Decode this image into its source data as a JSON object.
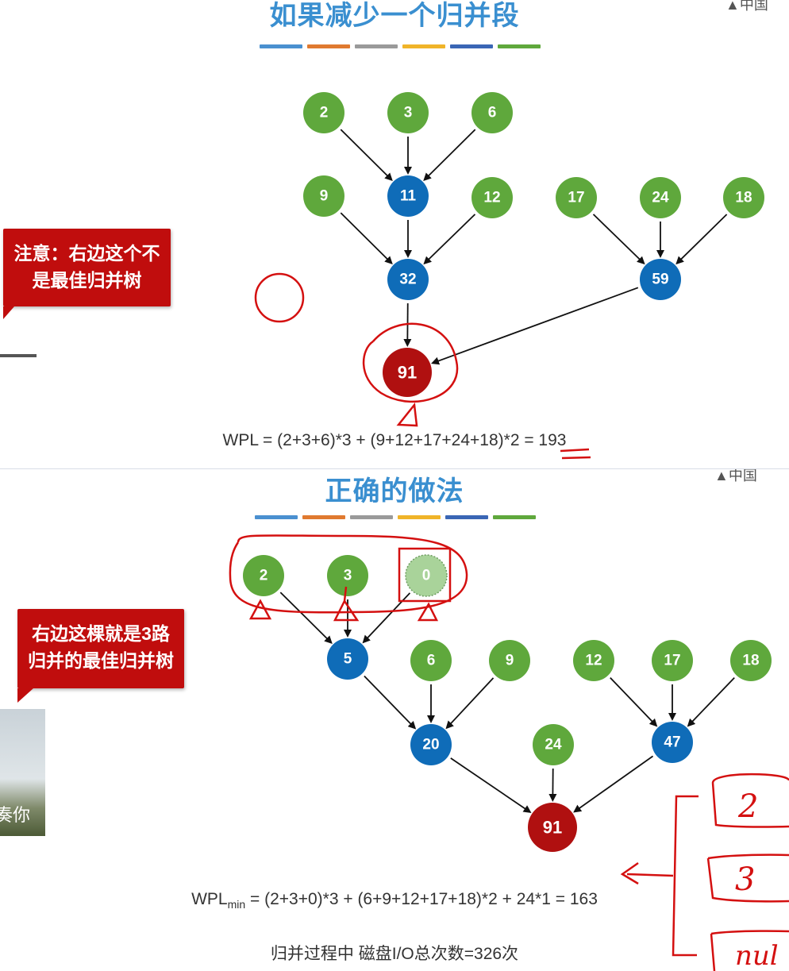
{
  "panel1": {
    "title": "如果减少一个归并段",
    "colors": [
      "#4a90d0",
      "#e07a30",
      "#9a9a9a",
      "#f0b429",
      "#3a66b5",
      "#5fa83c"
    ],
    "callout": {
      "line1": "注意：右边这个不",
      "line2": "是最佳归并树"
    },
    "nodes": [
      {
        "id": "a2",
        "label": "2",
        "kind": "leaf"
      },
      {
        "id": "a3",
        "label": "3",
        "kind": "leaf"
      },
      {
        "id": "a6",
        "label": "6",
        "kind": "leaf"
      },
      {
        "id": "a9",
        "label": "9",
        "kind": "leaf"
      },
      {
        "id": "a11",
        "label": "11",
        "kind": "inner"
      },
      {
        "id": "a12",
        "label": "12",
        "kind": "leaf"
      },
      {
        "id": "a17",
        "label": "17",
        "kind": "leaf"
      },
      {
        "id": "a24",
        "label": "24",
        "kind": "leaf"
      },
      {
        "id": "a18",
        "label": "18",
        "kind": "leaf"
      },
      {
        "id": "a32",
        "label": "32",
        "kind": "inner"
      },
      {
        "id": "a59",
        "label": "59",
        "kind": "inner"
      },
      {
        "id": "a91",
        "label": "91",
        "kind": "root"
      }
    ],
    "edges": [
      [
        "a2",
        "a11"
      ],
      [
        "a3",
        "a11"
      ],
      [
        "a6",
        "a11"
      ],
      [
        "a9",
        "a32"
      ],
      [
        "a11",
        "a32"
      ],
      [
        "a12",
        "a32"
      ],
      [
        "a17",
        "a59"
      ],
      [
        "a24",
        "a59"
      ],
      [
        "a18",
        "a59"
      ],
      [
        "a32",
        "a91"
      ],
      [
        "a59",
        "a91"
      ]
    ],
    "formula": "WPL = (2+3+6)*3 + (9+12+17+24+18)*2 = 193"
  },
  "panel2": {
    "title": "正确的做法",
    "colors": [
      "#4a90d0",
      "#e07a30",
      "#9a9a9a",
      "#f0b429",
      "#3a66b5",
      "#5fa83c"
    ],
    "callout": {
      "line1": "右边这棵就是3路",
      "line2": "归并的最佳归并树"
    },
    "photo_caption": "奏你",
    "nodes": [
      {
        "id": "b2",
        "label": "2",
        "kind": "leaf"
      },
      {
        "id": "b3",
        "label": "3",
        "kind": "leaf"
      },
      {
        "id": "b0",
        "label": "0",
        "kind": "virtual"
      },
      {
        "id": "b5",
        "label": "5",
        "kind": "inner"
      },
      {
        "id": "b6",
        "label": "6",
        "kind": "leaf"
      },
      {
        "id": "b9",
        "label": "9",
        "kind": "leaf"
      },
      {
        "id": "b12",
        "label": "12",
        "kind": "leaf"
      },
      {
        "id": "b17",
        "label": "17",
        "kind": "leaf"
      },
      {
        "id": "b18",
        "label": "18",
        "kind": "leaf"
      },
      {
        "id": "b20",
        "label": "20",
        "kind": "inner"
      },
      {
        "id": "b24",
        "label": "24",
        "kind": "leaf"
      },
      {
        "id": "b47",
        "label": "47",
        "kind": "inner"
      },
      {
        "id": "b91",
        "label": "91",
        "kind": "root"
      }
    ],
    "edges": [
      [
        "b2",
        "b5"
      ],
      [
        "b3",
        "b5"
      ],
      [
        "b0",
        "b5"
      ],
      [
        "b5",
        "b20"
      ],
      [
        "b6",
        "b20"
      ],
      [
        "b9",
        "b20"
      ],
      [
        "b12",
        "b47"
      ],
      [
        "b17",
        "b47"
      ],
      [
        "b18",
        "b47"
      ],
      [
        "b20",
        "b91"
      ],
      [
        "b24",
        "b91"
      ],
      [
        "b47",
        "b91"
      ]
    ],
    "formula_prefix": "WPL",
    "formula_sub": "min",
    "formula_rest": " = (2+3+0)*3 + (6+9+12+17+18)*2 + 24*1 = 163",
    "io_text": "归并过程中 磁盘I/O总次数=326次",
    "handwriting": [
      "2",
      "3",
      "nul"
    ]
  },
  "node_colors": {
    "leaf": "#5fa83c",
    "inner": "#0f6cb8",
    "root": "#b01010",
    "virtual": "#a9d39a",
    "edge": "#111111",
    "ink": "#d41010"
  }
}
